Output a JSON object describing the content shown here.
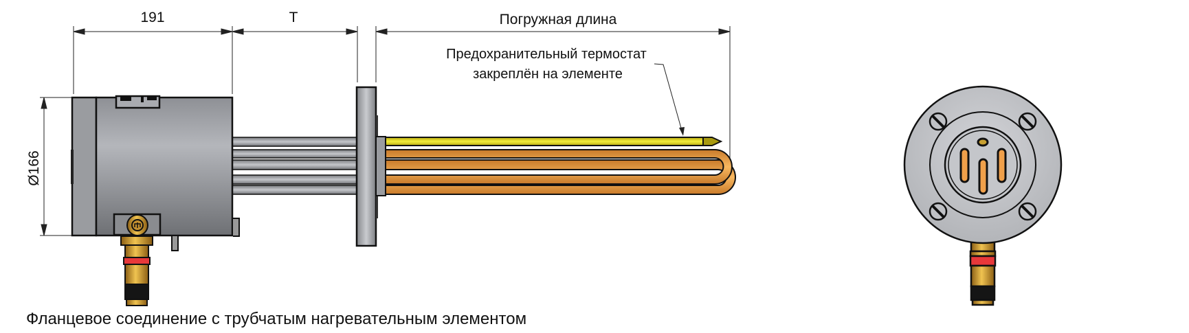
{
  "dimensions": {
    "housing_length": "191",
    "gap_length": "T",
    "immersion_length": "Погружная длина",
    "diameter": "Ø166"
  },
  "annotation": {
    "line1": "Предохранительный термостат",
    "line2": "закреплён на элементе"
  },
  "caption": "Фланцевое соединение с трубчатым нагревательным элементом",
  "colors": {
    "housing": "#a9abb0",
    "thermostat_rod": "#e5df2a",
    "heating_rod": "#f0a04a",
    "brass": "#d9a83a",
    "red_band": "#e8383a"
  }
}
